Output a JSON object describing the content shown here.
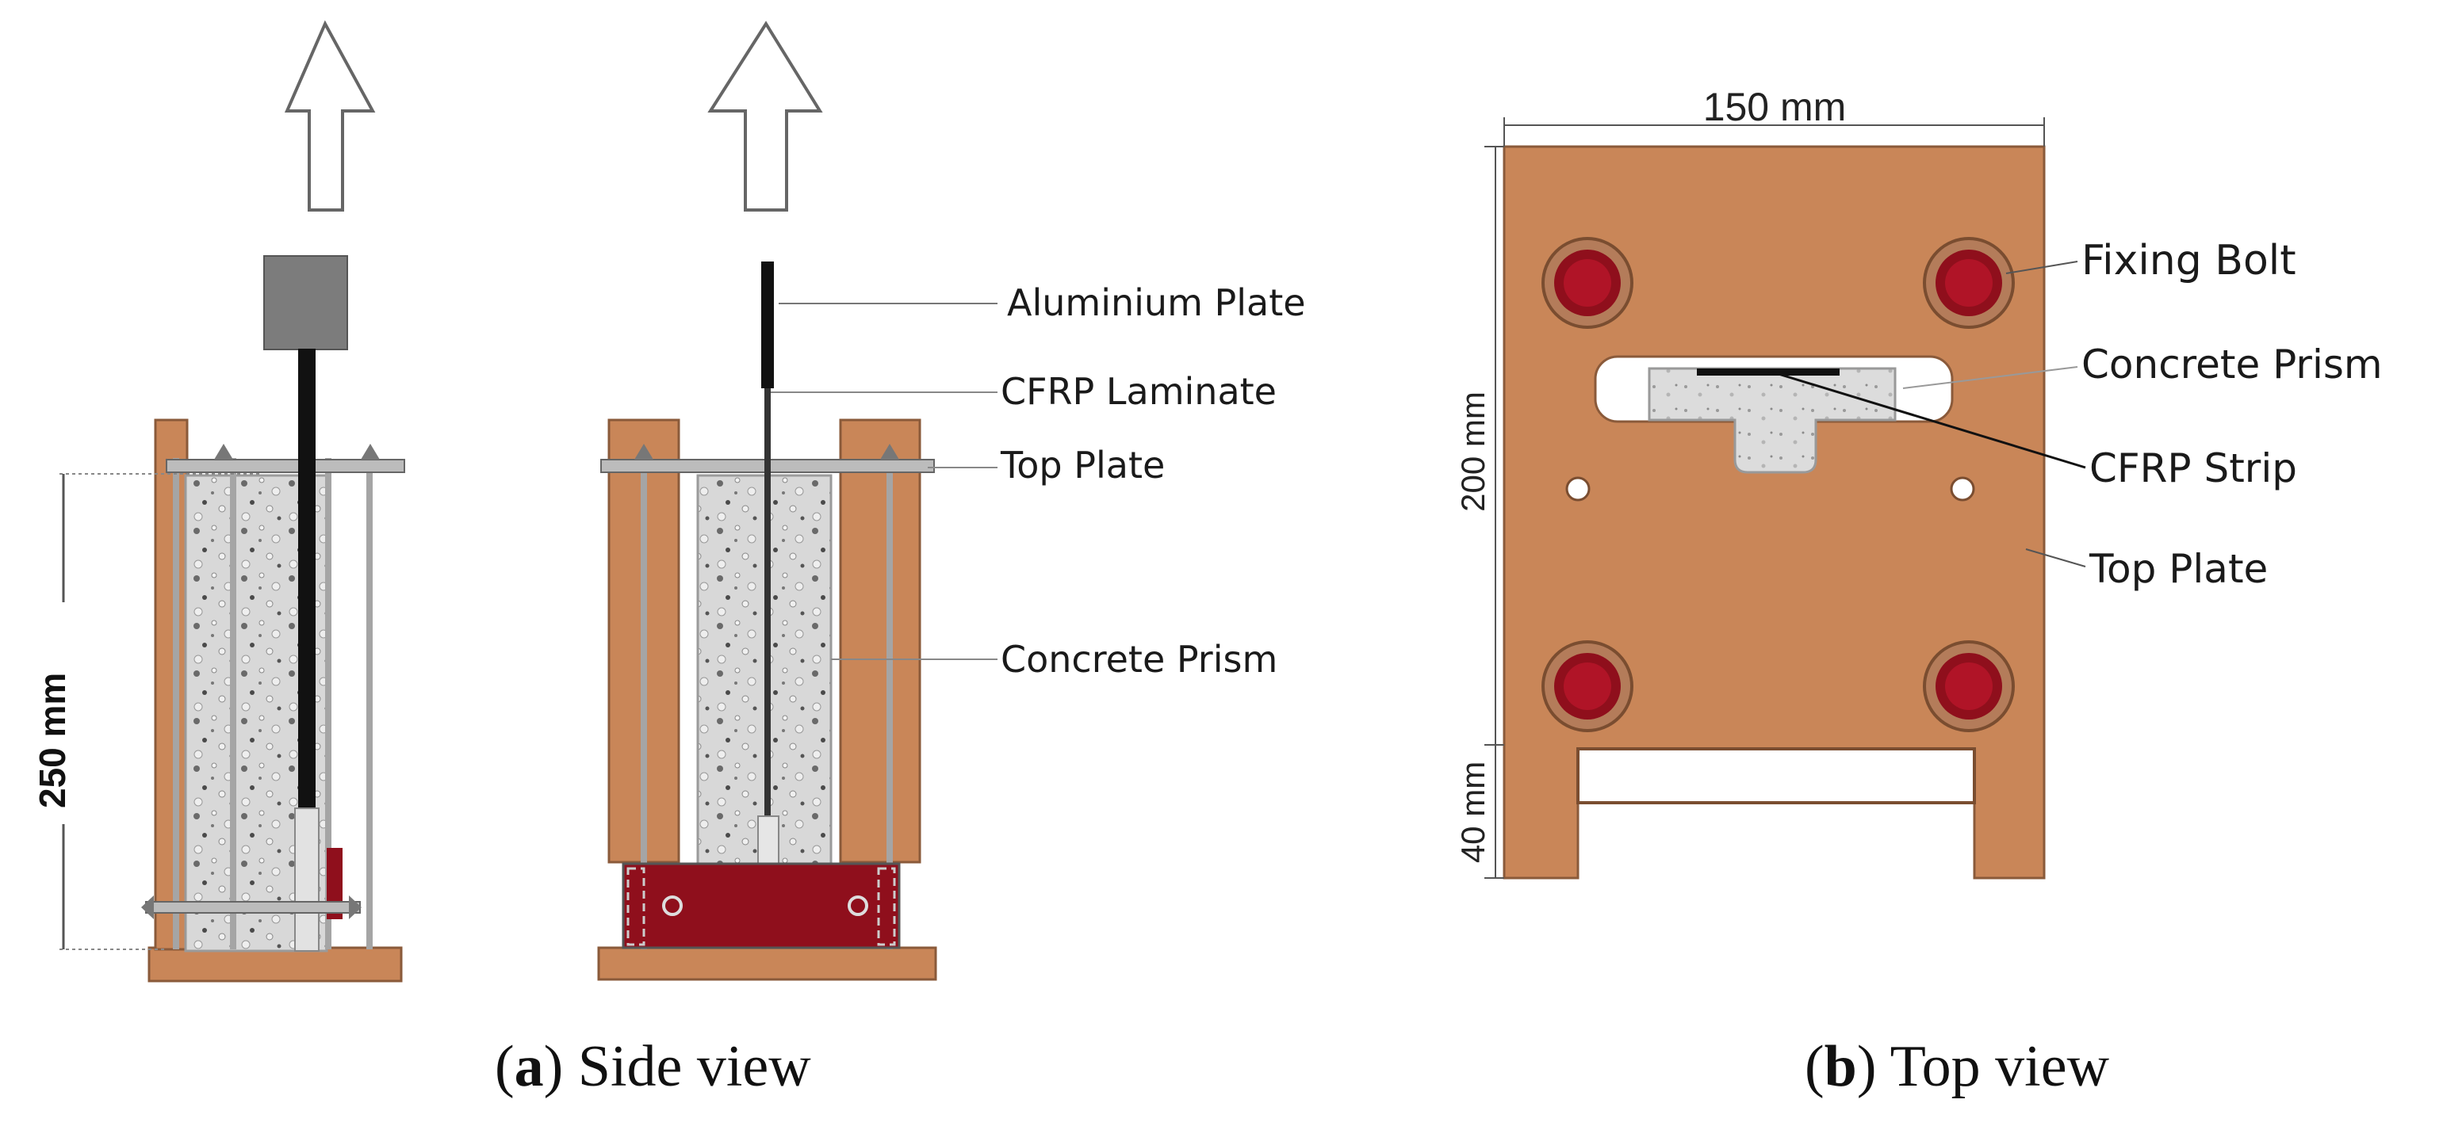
{
  "side_view": {
    "dimension_height": "250 mm",
    "labels": {
      "aluminium_plate": "Aluminium Plate",
      "cfrp_laminate": "CFRP Laminate",
      "top_plate": "Top Plate",
      "concrete_prism": "Concrete Prism"
    },
    "caption_letter": "a",
    "caption_text": " Side view"
  },
  "top_view": {
    "dimension_width": "150 mm",
    "dimension_height": "200 mm",
    "dimension_bottom": "40 mm",
    "labels": {
      "fixing_bolt": "Fixing Bolt",
      "concrete_prism": "Concrete Prism",
      "cfrp_strip": "CFRP Strip",
      "top_plate": "Top Plate"
    },
    "caption_letter": "b",
    "caption_text": " Top view"
  },
  "colors": {
    "wood": "#c98658",
    "wood_edge": "#8a5a3a",
    "concrete": "#d6d6d6",
    "bolt_red": "#8f0f1c",
    "bolt_ring": "#b07a5a",
    "laminate": "#111111",
    "rod": "#9a9a9a",
    "grip_grey": "#7a7a7a"
  }
}
